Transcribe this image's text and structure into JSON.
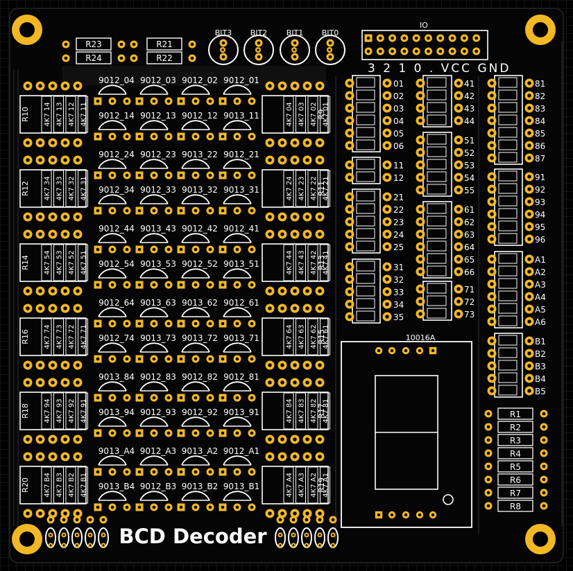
{
  "title": "BCD Decoder",
  "header": {
    "resistors": [
      "R23",
      "R24",
      "R21",
      "R22"
    ],
    "bits": [
      "BIT3",
      "BIT2",
      "BIT1",
      "BIT0"
    ],
    "io_label": "IO",
    "io_pins_label": "3 2 1 0 .  VCC GND"
  },
  "display_label": "10016A",
  "resistor_banks": [
    {
      "left": "R10",
      "right": "R9",
      "left_values": [
        "4K7 14",
        "4K7 13",
        "4K7 12",
        "4K7 11"
      ],
      "right_values": [
        "4K7 04",
        "4K7 03",
        "4K7 02",
        "4K7 01"
      ]
    },
    {
      "left": "R12",
      "right": "R11",
      "left_values": [
        "4K7 34",
        "4K7 33",
        "4K7 32",
        "4K7 31"
      ],
      "right_values": [
        "4K7 24",
        "4K7 23",
        "4K7 22",
        "4K7 21"
      ]
    },
    {
      "left": "R14",
      "right": "R13",
      "left_values": [
        "4K7 54",
        "4K7 53",
        "4K7 52",
        "4K7 51"
      ],
      "right_values": [
        "4K7 44",
        "4K7 43",
        "4K7 42",
        "4K7 41"
      ]
    },
    {
      "left": "R16",
      "right": "R15",
      "left_values": [
        "4K7 74",
        "4K7 73",
        "4K7 72",
        "4K7 71"
      ],
      "right_values": [
        "4K7 64",
        "4K7 63",
        "4K7 62",
        "4K7 61"
      ]
    },
    {
      "left": "R18",
      "right": "R17",
      "left_values": [
        "4K7 94",
        "4K7 93",
        "4K7 92",
        "4K7 91"
      ],
      "right_values": [
        "4K7 84",
        "4K7 83",
        "4K7 82",
        "4K7 81"
      ]
    },
    {
      "left": "R20",
      "right": "R19",
      "left_values": [
        "4K7 B4",
        "4K7 B3",
        "4K7 B2",
        "4K7 B1"
      ],
      "right_values": [
        "4K7 A4",
        "4K7 A3",
        "4K7 A2",
        "4K7 A1"
      ]
    }
  ],
  "transistor_rows": [
    [
      "9012_04",
      "9012_03",
      "9012_02",
      "9012_01"
    ],
    [
      "9012_14",
      "9012_13",
      "9012_12",
      "9013_11"
    ],
    [
      "9012_24",
      "9012_23",
      "9013_22",
      "9012_21"
    ],
    [
      "9012_34",
      "9012_33",
      "9013_32",
      "9013_31"
    ],
    [
      "9012_44",
      "9013_43",
      "9012_42",
      "9012_41"
    ],
    [
      "9012_54",
      "9013_53",
      "9012_52",
      "9013_51"
    ],
    [
      "9012_64",
      "9013_63",
      "9013_62",
      "9012_61"
    ],
    [
      "9012_74",
      "9013_73",
      "9013_72",
      "9013_71"
    ],
    [
      "9013_84",
      "9012_83",
      "9012_82",
      "9012_81"
    ],
    [
      "9013_94",
      "9012_93",
      "9012_92",
      "9013_91"
    ],
    [
      "9013_A4",
      "9012_A3",
      "9013_A2",
      "9012_A1"
    ],
    [
      "9013_B4",
      "9012_B3",
      "9013_B2",
      "9013_B1"
    ]
  ],
  "diode_columns": {
    "col1": [
      [
        "01",
        "02",
        "03",
        "04",
        "05",
        "06"
      ],
      [
        "11",
        "12"
      ],
      [
        "21",
        "22",
        "23",
        "24",
        "25"
      ],
      [
        "31",
        "32",
        "33",
        "34",
        "35"
      ]
    ],
    "col2": [
      [
        "41",
        "42",
        "43",
        "44"
      ],
      [
        "51",
        "52",
        "53",
        "54",
        "55"
      ],
      [
        "61",
        "62",
        "63",
        "64",
        "65",
        "66"
      ],
      [
        "71",
        "72",
        "73"
      ]
    ],
    "col3": [
      [
        "81",
        "82",
        "83",
        "84",
        "85",
        "86",
        "87"
      ],
      [
        "91",
        "92",
        "93",
        "94",
        "95",
        "96"
      ],
      [
        "A1",
        "A2",
        "A3",
        "A4",
        "A5",
        "A6"
      ],
      [
        "B1",
        "B2",
        "B3",
        "B4",
        "B5"
      ]
    ]
  },
  "segment_resistors": [
    "R1",
    "R2",
    "R3",
    "R4",
    "R5",
    "R6",
    "R7",
    "R8"
  ],
  "colors": {
    "board": "#000000",
    "pad": "#f2b824",
    "grid": "#262626",
    "silk": "#ffffff",
    "trace": "#1c1c1c"
  }
}
